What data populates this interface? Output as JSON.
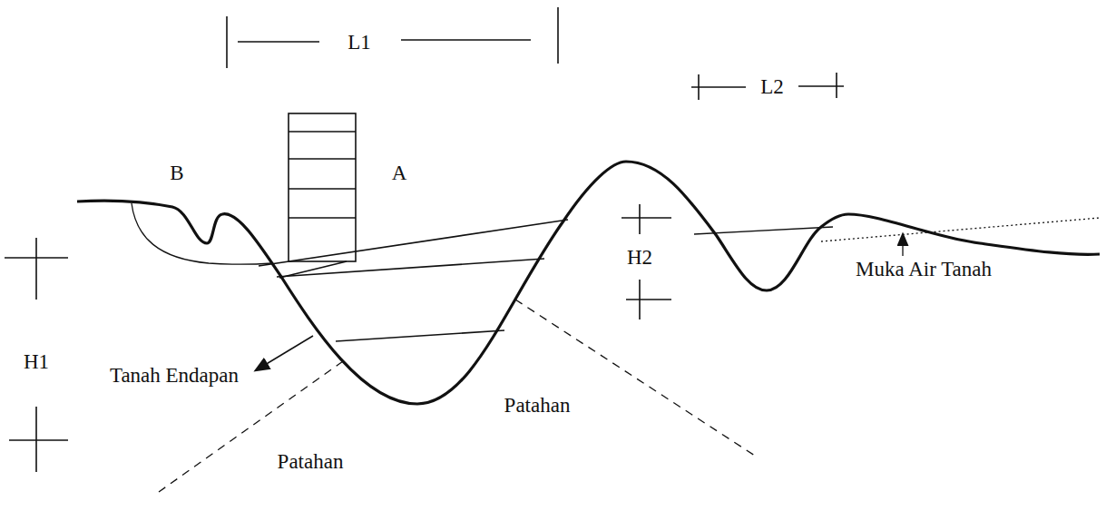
{
  "diagram": {
    "labels": [
      "L1",
      "L2",
      "B",
      "A",
      "H1",
      "H2",
      "Tanah Endapan",
      "Patahan",
      "Patahan",
      "Muka Air Tanah"
    ]
  }
}
